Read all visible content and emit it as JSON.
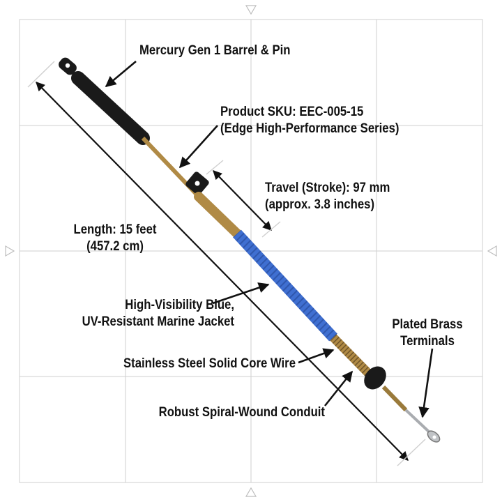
{
  "labels": {
    "barrel_pin": "Mercury Gen 1 Barrel & Pin",
    "sku_line1": "Product SKU: EEC-005-15",
    "sku_line2": "(Edge High-Performance Series)",
    "travel_line1": "Travel (Stroke): 97 mm",
    "travel_line2": "(approx. 3.8 inches)",
    "length_line1": "Length: 15 feet",
    "length_line2": "(457.2 cm)",
    "jacket_line1": "High-Visibility Blue,",
    "jacket_line2": "UV-Resistant Marine Jacket",
    "terminals_line1": "Plated Brass",
    "terminals_line2": "Terminals",
    "core_wire": "Stainless Steel Solid Core Wire",
    "conduit": "Robust Spiral-Wound Conduit"
  },
  "colors": {
    "jacket_blue": "#3f6fd1",
    "brass": "#b08a45",
    "rubber_black": "#1a1a1a",
    "steel": "#a9acb0",
    "grid_line": "#cfcfcf"
  }
}
